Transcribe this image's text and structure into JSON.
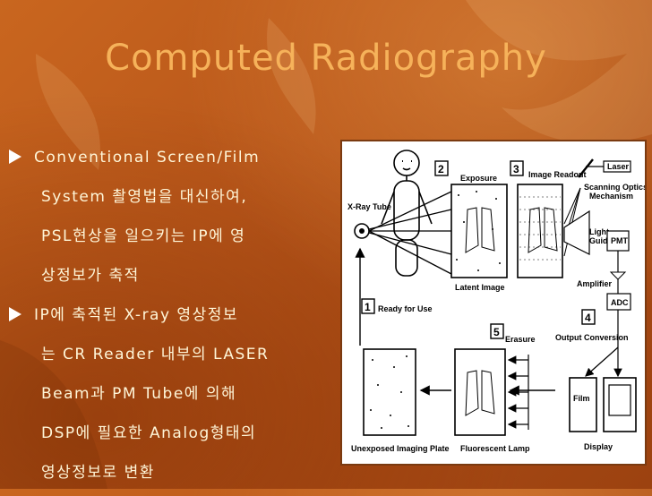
{
  "title": "Computed Radiography",
  "bullets": [
    {
      "lines": [
        "Conventional Screen/Film",
        "System 촬영법을 대신하여,",
        "PSL현상을 일으키는 IP에 영",
        "상정보가 축적"
      ]
    },
    {
      "lines": [
        "IP에 축적된 X-ray 영상정보",
        "는 CR Reader 내부의 LASER",
        "Beam과 PM Tube에 의해",
        "DSP에 필요한 Analog형태의",
        "영상정보로 변환"
      ]
    }
  ],
  "diagram": {
    "steps": [
      {
        "num": "1",
        "label": "Ready for Use"
      },
      {
        "num": "2",
        "label": "Exposure"
      },
      {
        "num": "3",
        "label": "Image Readout"
      },
      {
        "num": "4",
        "label": "Output Conversion"
      },
      {
        "num": "5",
        "label": "Erasure"
      }
    ],
    "labels": {
      "xray_tube": "X-Ray Tube",
      "latent_image": "Latent Image",
      "laser": "Laser",
      "scanning_optics_1": "Scanning Optics",
      "scanning_optics_2": "Mechanism",
      "light_guide_1": "Light",
      "light_guide_2": "Guide",
      "pmt": "PMT",
      "amplifier": "Amplifier",
      "adc": "ADC",
      "film": "Film",
      "display": "Display",
      "unexposed_plate": "Unexposed Imaging Plate",
      "fluorescent_lamp": "Fluorescent Lamp"
    }
  },
  "colors": {
    "background": "#b8561a",
    "title": "#f6b25a",
    "bullet_text": "#fff6d8",
    "panel": "#ffffff"
  }
}
